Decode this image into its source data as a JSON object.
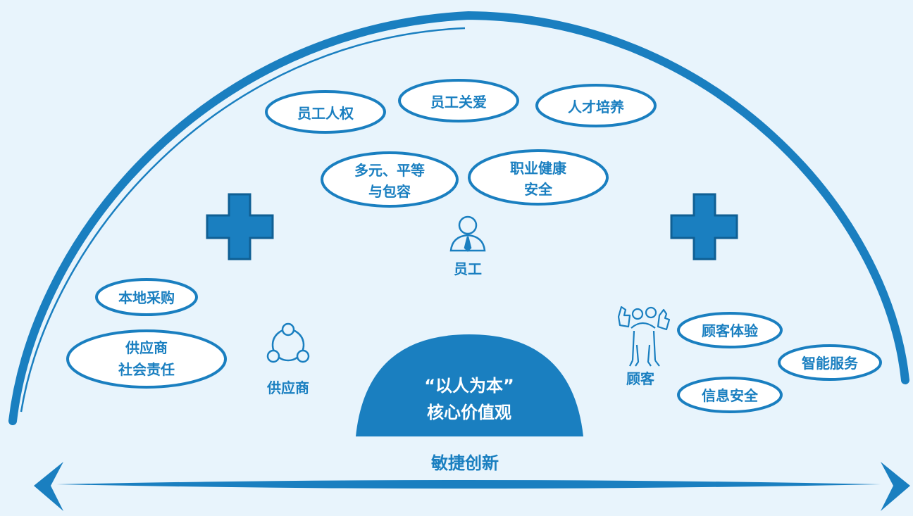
{
  "colors": {
    "background": "#e8f4fc",
    "primary": "#1a7fc0",
    "text": "#1a7fc0",
    "center_text": "#ffffff"
  },
  "center": {
    "line1": "“以人为本”",
    "line2": "核心价值观"
  },
  "bottom_label": "敏捷创新",
  "groups": {
    "employee": {
      "label": "员工",
      "icon": "person-icon"
    },
    "supplier": {
      "label": "供应商",
      "icon": "network-icon"
    },
    "customer": {
      "label": "顾客",
      "icon": "thumbs-up-icon"
    }
  },
  "employee_topics": {
    "human_rights": "员工人权",
    "care": "员工关爱",
    "talent": "人才培养",
    "diversity_1": "多元、平等",
    "diversity_2": "与包容",
    "health_1": "职业健康",
    "health_2": "安全"
  },
  "supplier_topics": {
    "local": "本地采购",
    "responsibility_1": "供应商",
    "responsibility_2": "社会责任"
  },
  "customer_topics": {
    "experience": "顾客体验",
    "smart_service": "智能服务",
    "info_security": "信息安全"
  }
}
